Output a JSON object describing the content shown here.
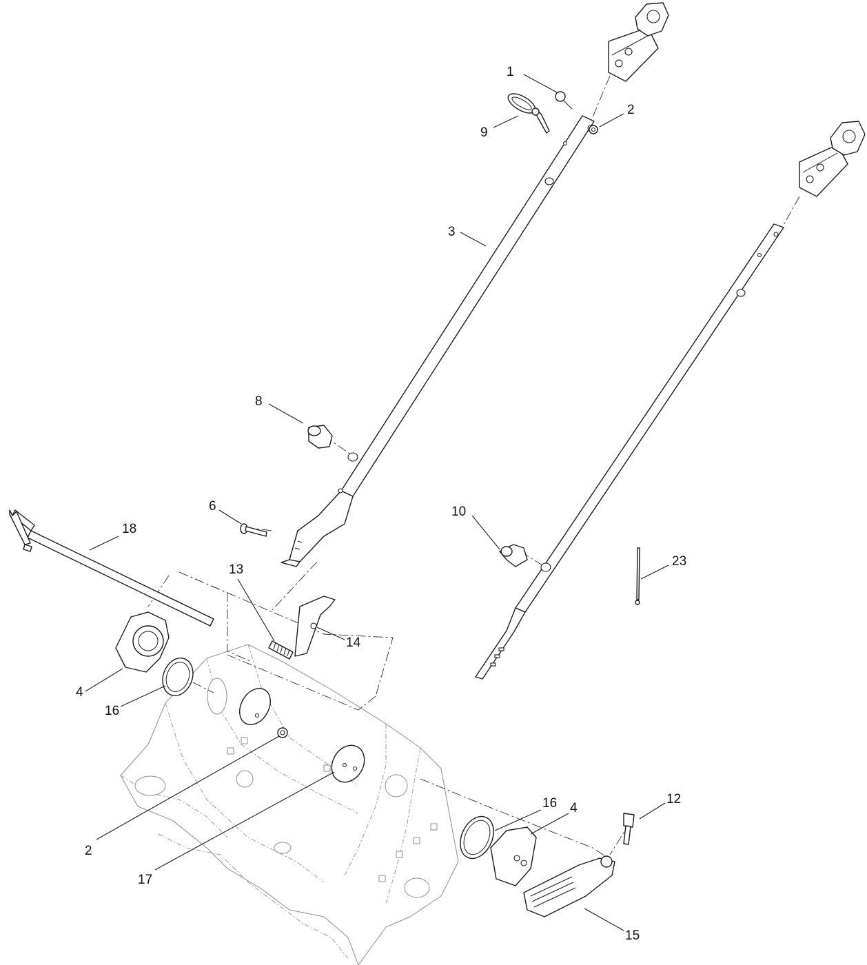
{
  "callouts": [
    {
      "id": "c1",
      "label": "1"
    },
    {
      "id": "c2a",
      "label": "2"
    },
    {
      "id": "c9",
      "label": "9"
    },
    {
      "id": "c3",
      "label": "3"
    },
    {
      "id": "c8",
      "label": "8"
    },
    {
      "id": "c6",
      "label": "6"
    },
    {
      "id": "c10",
      "label": "10"
    },
    {
      "id": "c23",
      "label": "23"
    },
    {
      "id": "c18",
      "label": "18"
    },
    {
      "id": "c13",
      "label": "13"
    },
    {
      "id": "c14",
      "label": "14"
    },
    {
      "id": "c4a",
      "label": "4"
    },
    {
      "id": "c16a",
      "label": "16"
    },
    {
      "id": "c2b",
      "label": "2"
    },
    {
      "id": "c17",
      "label": "17"
    },
    {
      "id": "c16b",
      "label": "16"
    },
    {
      "id": "c4b",
      "label": "4"
    },
    {
      "id": "c12",
      "label": "12"
    },
    {
      "id": "c15",
      "label": "15"
    }
  ]
}
